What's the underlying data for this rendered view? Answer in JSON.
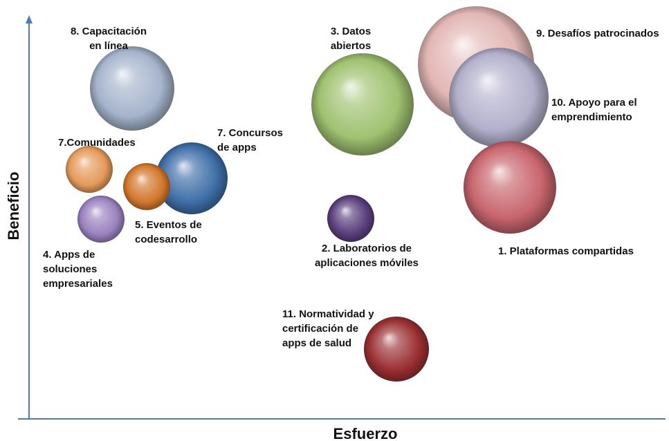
{
  "chart_data": {
    "type": "bubble",
    "xlabel": "Esfuerzo",
    "ylabel": "Beneficio",
    "points": [
      {
        "label": "1. Plataformas compartidas",
        "color": "#c8656d"
      },
      {
        "label": "2. Laboratorios de aplicaciones móviles",
        "color": "#5a3f7d"
      },
      {
        "label": "3. Datos abiertos",
        "color": "#9fc270"
      },
      {
        "label": "4. Apps de soluciones empresariales",
        "color": "#9a82bf"
      },
      {
        "label": "5. Eventos de codesarrollo",
        "color": "#d3772c"
      },
      {
        "label": "7.Comunidades",
        "color": "#e59a5a"
      },
      {
        "label": "7. Concursos de apps",
        "color": "#3f6fa8"
      },
      {
        "label": "8. Capacitación en línea",
        "color": "#a5b4cc"
      },
      {
        "label": "9. Desafíos patrocinados",
        "color": "#e2b7b5"
      },
      {
        "label": "10. Apoyo para el emprendimiento",
        "color": "#b3b0cc"
      },
      {
        "label": "11. Normatividad y certificación de apps de salud",
        "color": "#9a2f32"
      }
    ]
  }
}
